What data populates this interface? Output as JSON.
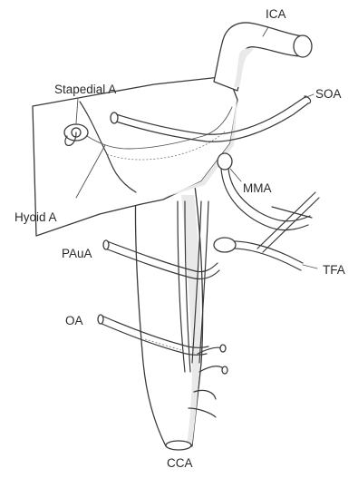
{
  "labels": {
    "ica": "ICA",
    "stapedial": "Stapedial A",
    "soa": "SOA",
    "mma": "MMA",
    "hyoid": "Hyoid A",
    "pauA": "PAuA",
    "tfa": "TFA",
    "oa": "OA",
    "cca": "CCA"
  }
}
